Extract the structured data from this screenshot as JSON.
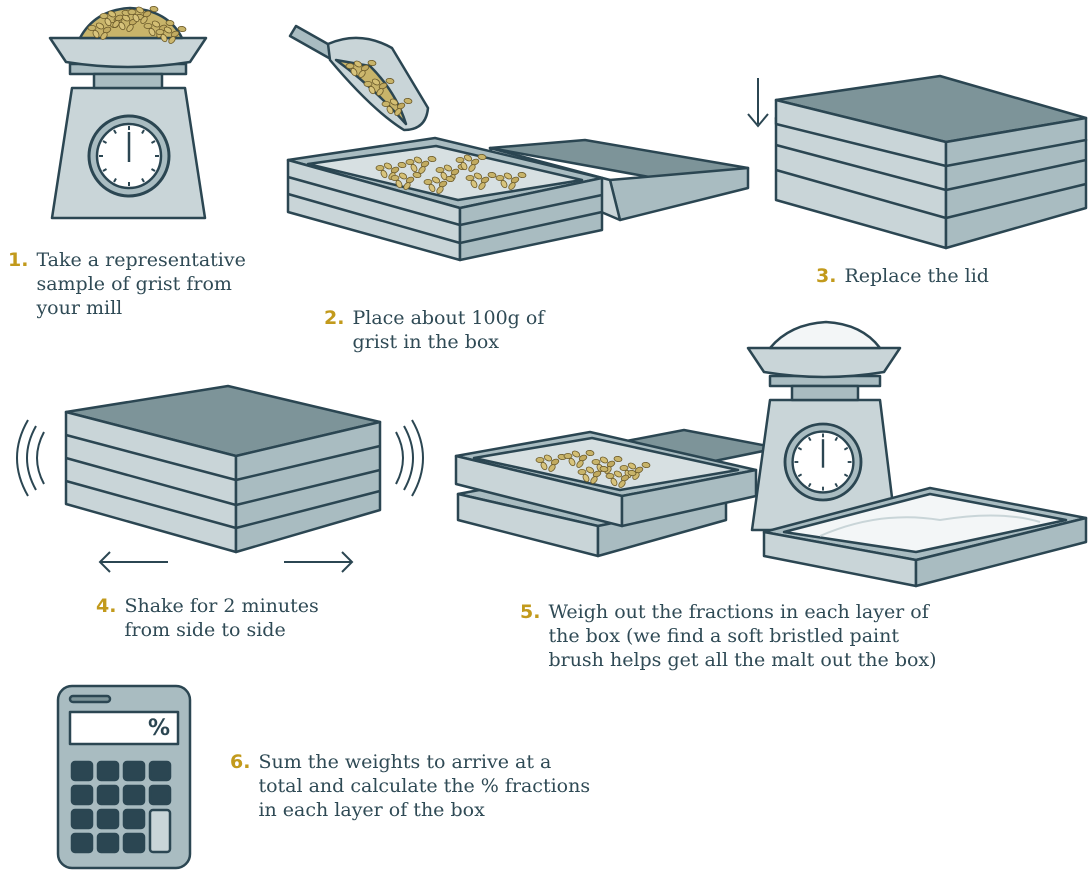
{
  "steps": [
    {
      "number": "1.",
      "text": "Take a representative\nsample of grist from\nyour mill"
    },
    {
      "number": "2.",
      "text": "Place about 100g of\ngrist in the box"
    },
    {
      "number": "3.",
      "text": "Replace the lid"
    },
    {
      "number": "4.",
      "text": "Shake for 2 minutes\nfrom side to side"
    },
    {
      "number": "5.",
      "text": "Weigh out the fractions in each layer of\nthe box (we find a soft bristled paint\nbrush helps get all the malt out the box)"
    },
    {
      "number": "6.",
      "text": "Sum the weights to arrive at a\ntotal and calculate the % fractions\nin each layer of the box"
    }
  ],
  "calculator": {
    "display": "%"
  },
  "colors": {
    "accent": "#c29a1c",
    "text": "#2f4a55",
    "stroke": "#2b4652",
    "fill_light": "#c9d5d8",
    "fill_mid": "#a9bcc1",
    "fill_dark": "#7d9499",
    "grain": "#c8b46a"
  }
}
